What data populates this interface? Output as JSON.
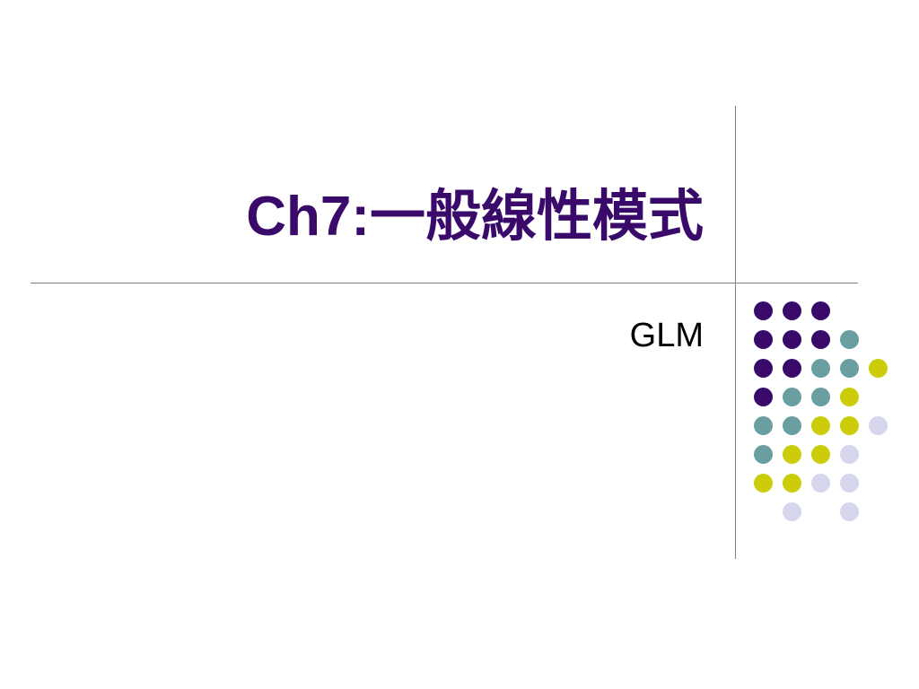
{
  "slide": {
    "title": "Ch7:一般線性模式",
    "subtitle": "GLM"
  },
  "colors": {
    "title": "#3a0a6b",
    "dot_purple": "#3a0a6b",
    "dot_teal": "#6a9ea0",
    "dot_olive": "#cccc0a",
    "dot_lavender": "#d6d6ec",
    "rule_line": "#7f7f7f"
  },
  "decoration": {
    "dot_grid_rows": [
      [
        "purple",
        "purple",
        "purple",
        "",
        ""
      ],
      [
        "purple",
        "purple",
        "purple",
        "teal",
        ""
      ],
      [
        "purple",
        "purple",
        "teal",
        "teal",
        "olive"
      ],
      [
        "purple",
        "teal",
        "teal",
        "olive",
        ""
      ],
      [
        "teal",
        "teal",
        "olive",
        "olive",
        "lavender"
      ],
      [
        "teal",
        "olive",
        "olive",
        "lavender",
        ""
      ],
      [
        "olive",
        "olive",
        "lavender",
        "lavender",
        ""
      ],
      [
        "",
        "lavender",
        "",
        "lavender",
        ""
      ]
    ]
  }
}
